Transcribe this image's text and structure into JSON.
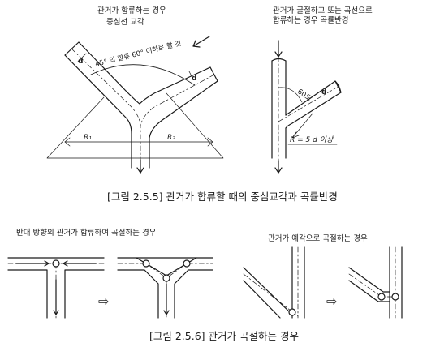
{
  "fig1": {
    "left_title_line1": "관거가 합류하는 경우",
    "left_title_line2": "중심선 교각",
    "angle_label": "45° 의 합류 60° 이하로 할 것",
    "d_label": "d",
    "r1_label": "R₁",
    "r2_label": "R₂",
    "right_title_line1": "관거가 굴절하고 또는 곡선으로",
    "right_title_line2": "합류하는 경우 곡률반경",
    "right_angle_label": "60도",
    "right_radius_label": "R = 5 d 이상",
    "caption": "[그림 2.5.5] 관거가 합류할 때의 중심교각과 곡률반경"
  },
  "fig2": {
    "left_title": "반대 방향의 관거가 합류하여 곡절하는 경우",
    "right_title": "관거가 예각으로 곡절하는 경우",
    "arrow_glyph": "⇨",
    "caption": "[그림 2.5.6] 관거가 곡절하는 경우"
  },
  "colors": {
    "ink": "#1a1a1a",
    "background": "#ffffff"
  }
}
